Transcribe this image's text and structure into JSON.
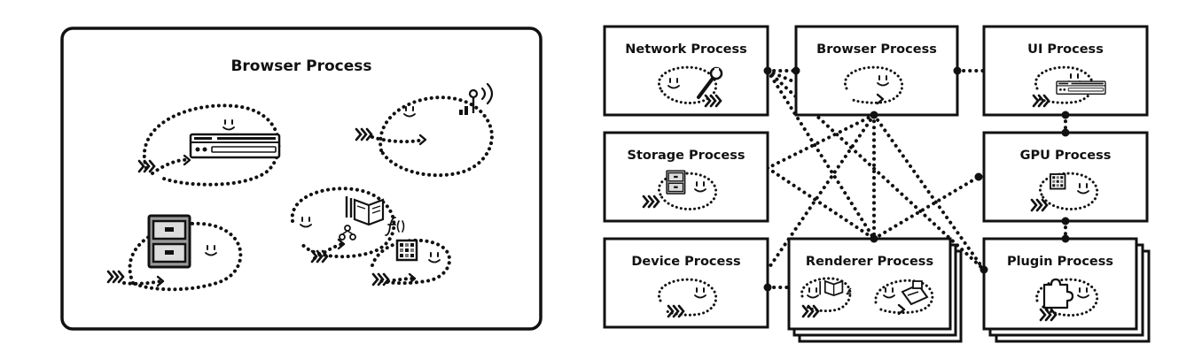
{
  "left_panel": {
    "title": "Browser Process"
  },
  "right_panel": {
    "processes": {
      "network": "Network Process",
      "browser": "Browser Process",
      "ui": "UI Process",
      "storage": "Storage Process",
      "gpu": "GPU Process",
      "device": "Device Process",
      "renderer": "Renderer Process",
      "plugin": "Plugin Process"
    }
  },
  "colors": {
    "ink": "#111111",
    "paper": "#ffffff",
    "icon_gray": "#8a8a8a"
  },
  "icons": [
    "wrench-icon",
    "antenna-icon",
    "toolbar-icon",
    "cabinet-icon",
    "grid-chip-icon",
    "book-icon",
    "puzzle-icon",
    "tabs-icon"
  ]
}
